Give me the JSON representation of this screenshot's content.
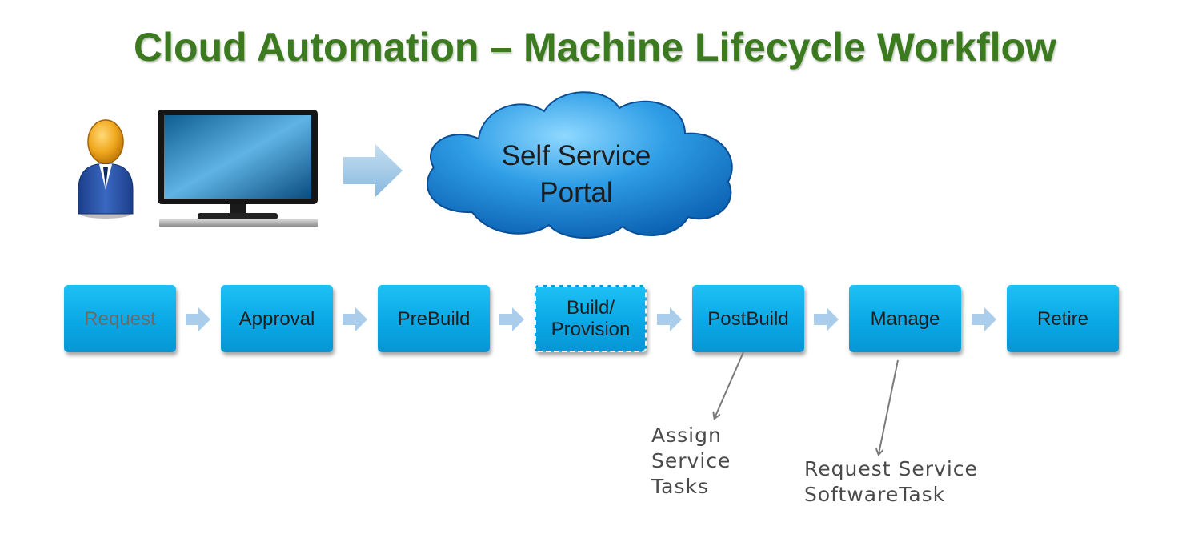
{
  "title": "Cloud Automation – Machine Lifecycle Workflow",
  "portal": {
    "line1": "Self Service",
    "line2": "Portal"
  },
  "stages": [
    {
      "label": "Request",
      "style": "dim"
    },
    {
      "label": "Approval",
      "style": "normal"
    },
    {
      "label": "PreBuild",
      "style": "normal"
    },
    {
      "label_line1": "Build/",
      "label_line2": "Provision",
      "style": "dashed"
    },
    {
      "label": "PostBuild",
      "style": "normal"
    },
    {
      "label": "Manage",
      "style": "normal"
    },
    {
      "label": "Retire",
      "style": "normal"
    }
  ],
  "annotations": {
    "postbuild": [
      "Assign",
      "Service",
      "Tasks"
    ],
    "manage": [
      "Request Service",
      "SoftwareTask"
    ]
  },
  "colors": {
    "title": "#3b7a1f",
    "stage": "#0aa8e6",
    "arrow": "#9cc6e6",
    "cloud": "#1a87d6"
  }
}
